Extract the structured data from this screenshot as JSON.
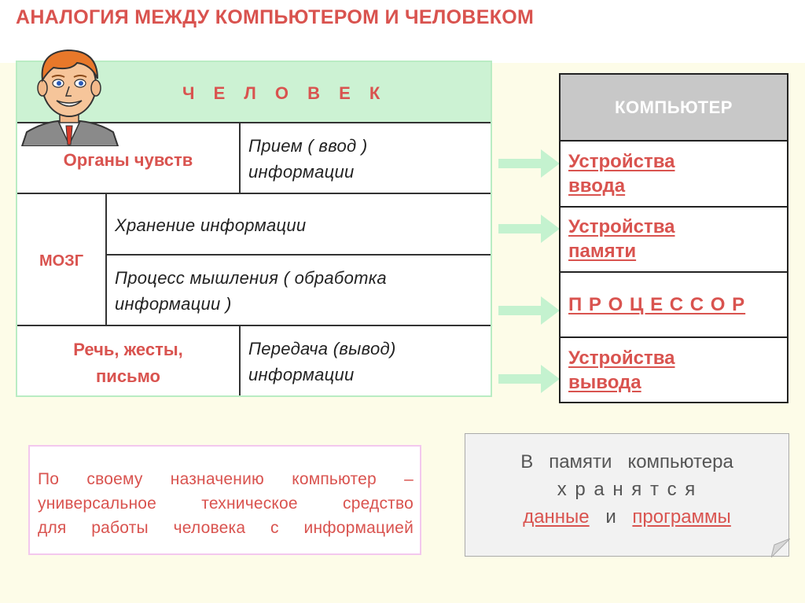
{
  "title": "АНАЛОГИЯ МЕЖДУ КОМПЬЮТЕРОМ И ЧЕЛОВЕКОМ",
  "human": {
    "header": "Ч Е Л О В Е К",
    "rows": [
      {
        "organ": "Органы чувств",
        "function": [
          "Прием ( ввод )",
          "информации"
        ]
      },
      {
        "organ": "МОЗГ",
        "functions": [
          {
            "text": [
              "Хранение информации"
            ]
          },
          {
            "text": [
              "Процесс мышления ( обработка",
              "информации )"
            ]
          }
        ]
      },
      {
        "organ": [
          "Речь, жесты,",
          "письмо"
        ],
        "function": [
          "Передача (вывод)",
          "информации"
        ]
      }
    ]
  },
  "computer": {
    "header": "КОМПЬЮТЕР",
    "items": [
      {
        "lines": [
          "Устройства",
          "ввода"
        ]
      },
      {
        "lines": [
          "Устройства",
          "памяти"
        ]
      },
      {
        "lines": [
          "П Р О Ц Е С С О Р"
        ]
      },
      {
        "lines": [
          "Устройства",
          "вывода"
        ]
      }
    ]
  },
  "definition": {
    "lines": [
      "По своему назначению компьютер –",
      "универсальное техническое средство",
      "для работы человека с информацией"
    ]
  },
  "memory_note": {
    "line1": "В   памяти   компьютера",
    "line2": "х р а н я т с я",
    "word_data": "данные",
    "word_and": "и",
    "word_programs": "программы"
  },
  "colors": {
    "accent_red": "#d9534f",
    "header_green": "#ccf2d3",
    "arrow_green": "#c4f2cf",
    "header_gray": "#c8c8c8"
  },
  "icons": {
    "avatar": "man-portrait-icon",
    "arrow": "arrow-right-icon"
  }
}
